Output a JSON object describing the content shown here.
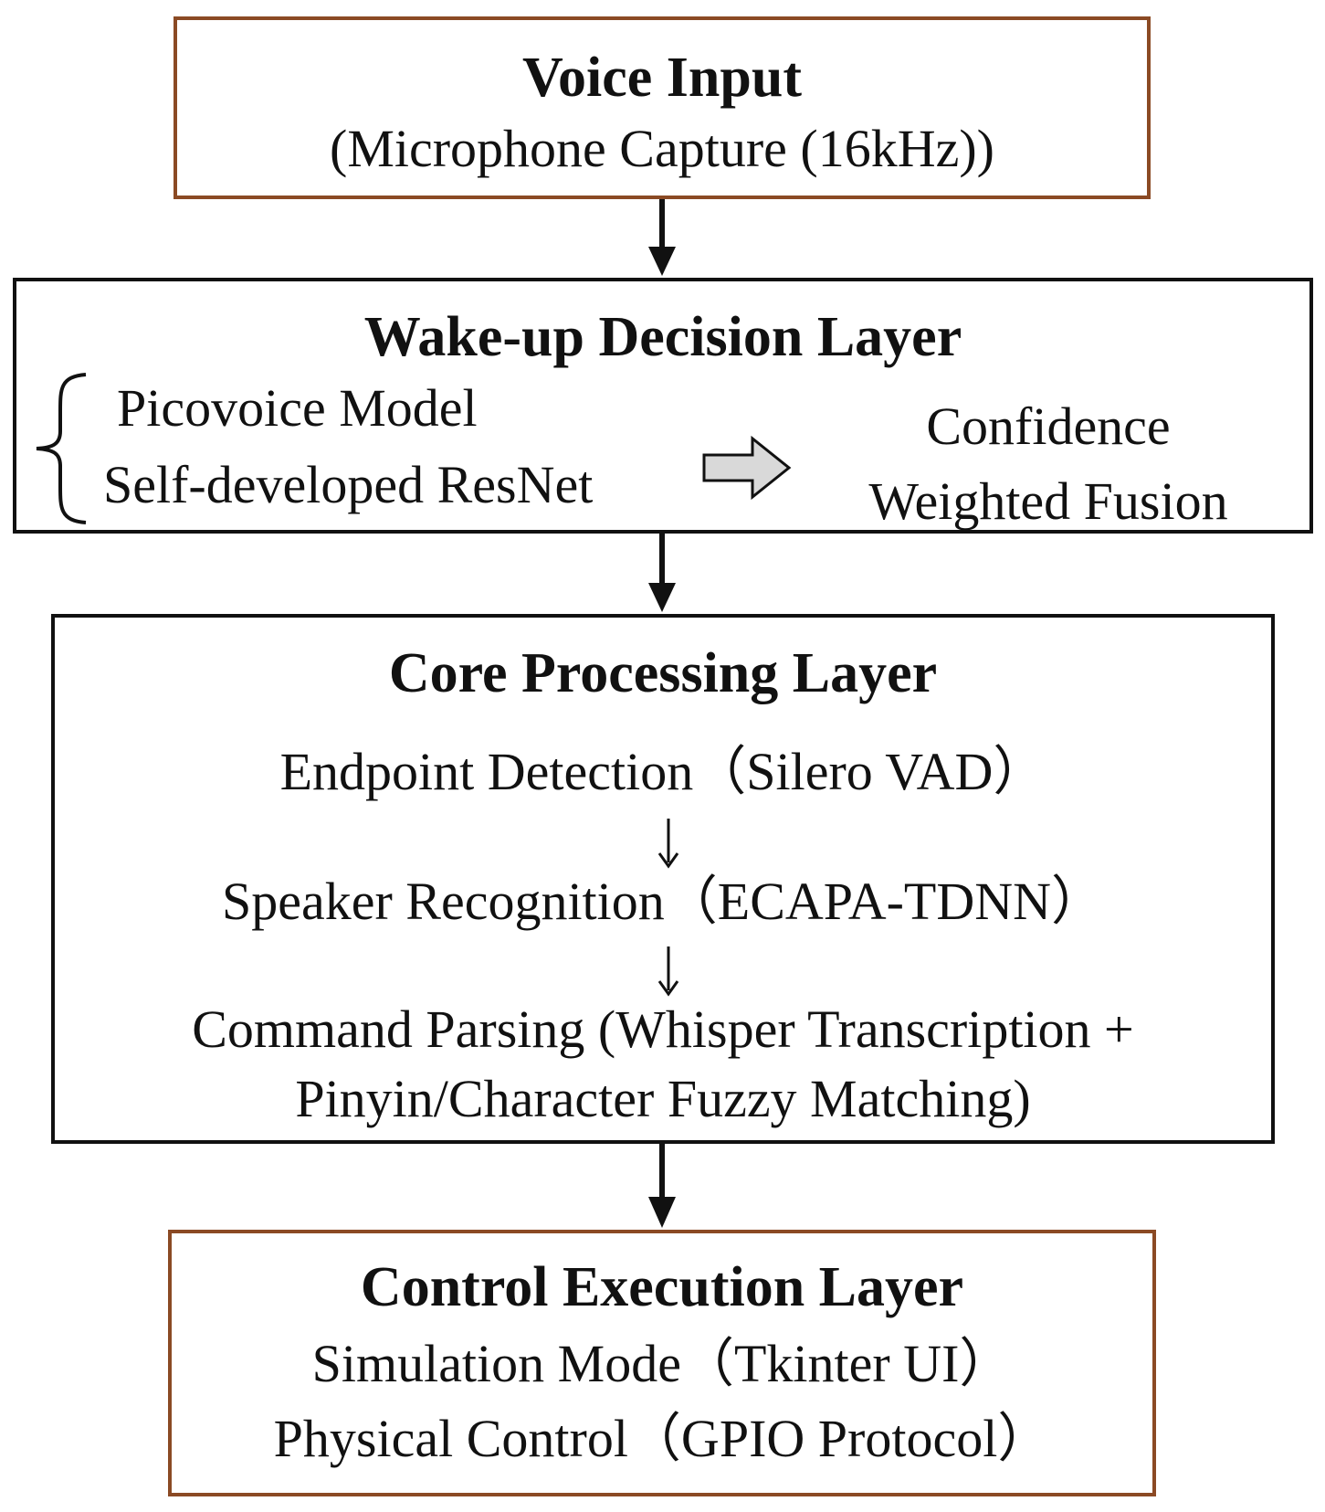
{
  "voice_input": {
    "title": "Voice Input",
    "subtitle": "(Microphone Capture (16kHz))"
  },
  "wakeup_layer": {
    "title": "Wake-up Decision Layer",
    "models": [
      "Picovoice Model",
      "Self-developed ResNet"
    ],
    "fusion": [
      "Confidence",
      "Weighted Fusion"
    ]
  },
  "core_layer": {
    "title": "Core Processing Layer",
    "steps": [
      "Endpoint Detection（Silero VAD）",
      "Speaker Recognition（ECAPA-TDNN）",
      "Command Parsing (Whisper Transcription +",
      "Pinyin/Character Fuzzy Matching)"
    ]
  },
  "control_layer": {
    "title": "Control Execution Layer",
    "modes": [
      "Simulation Mode（Tkinter UI）",
      "Physical Control（GPIO Protocol）"
    ]
  },
  "colors": {
    "brown_border": "#8b4a24",
    "black_border": "#111111",
    "fusion_arrow_fill": "#d9d9d9"
  }
}
